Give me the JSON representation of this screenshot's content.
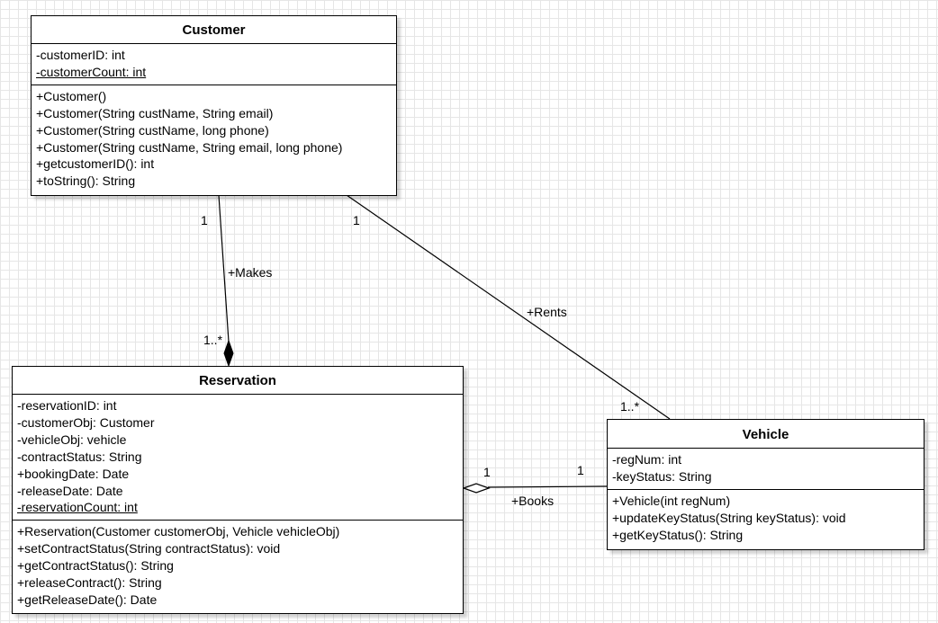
{
  "classes": {
    "customer": {
      "name": "Customer",
      "attributes": [
        {
          "text": "-customerID: int",
          "static": false
        },
        {
          "text": "-customerCount: int",
          "static": true
        }
      ],
      "operations": [
        "+Customer()",
        "+Customer(String custName, String email)",
        "+Customer(String custName, long phone)",
        "+Customer(String custName, String email, long phone)",
        "+getcustomerID(): int",
        "+toString(): String"
      ]
    },
    "reservation": {
      "name": "Reservation",
      "attributes": [
        {
          "text": "-reservationID: int",
          "static": false
        },
        {
          "text": "-customerObj: Customer",
          "static": false
        },
        {
          "text": "-vehicleObj: vehicle",
          "static": false
        },
        {
          "text": "-contractStatus: String",
          "static": false
        },
        {
          "text": "+bookingDate: Date",
          "static": false
        },
        {
          "text": "-releaseDate: Date",
          "static": false
        },
        {
          "text": "-reservationCount: int",
          "static": true
        }
      ],
      "operations": [
        "+Reservation(Customer customerObj, Vehicle vehicleObj)",
        "+setContractStatus(String contractStatus): void",
        "+getContractStatus(): String",
        "+releaseContract(): String",
        "+getReleaseDate(): Date"
      ]
    },
    "vehicle": {
      "name": "Vehicle",
      "attributes": [
        {
          "text": "-regNum: int",
          "static": false
        },
        {
          "text": "-keyStatus: String",
          "static": false
        }
      ],
      "operations": [
        "+Vehicle(int regNum)",
        "+updateKeyStatus(String keyStatus): void",
        "+getKeyStatus(): String"
      ]
    }
  },
  "associations": {
    "makes": {
      "label": "+Makes",
      "source_multiplicity": "1",
      "target_multiplicity": "1..*",
      "kind": "composition"
    },
    "rents": {
      "label": "+Rents",
      "source_multiplicity": "1",
      "target_multiplicity": "1..*",
      "kind": "association"
    },
    "books": {
      "label": "+Books",
      "source_multiplicity": "1",
      "target_multiplicity": "1",
      "kind": "aggregation"
    }
  }
}
